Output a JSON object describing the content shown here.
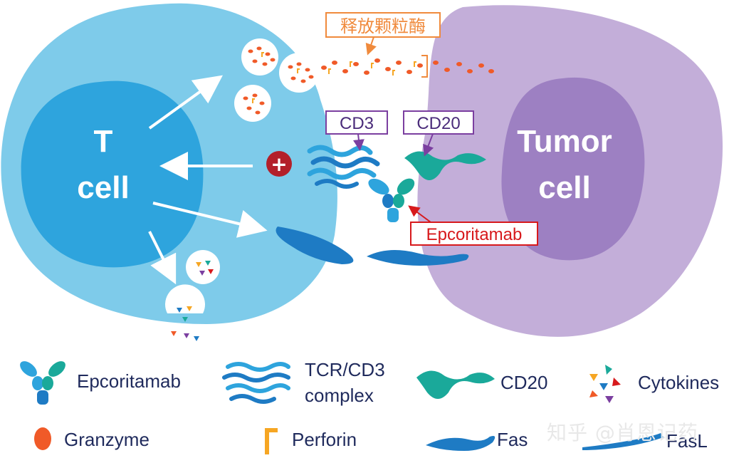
{
  "diagram": {
    "t_cell_label_line1": "T",
    "t_cell_label_line2": "cell",
    "tumor_cell_label_line1": "Tumor",
    "tumor_cell_label_line2": "cell",
    "release_granzyme_label": "释放颗粒酶",
    "cd3_label": "CD3",
    "cd20_label": "CD20",
    "epcoritamab_label": "Epcoritamab",
    "activation_symbol": "+"
  },
  "legend": {
    "items": [
      {
        "label": "Epcoritamab",
        "icon": "antibody-icon"
      },
      {
        "label": "TCR/CD3",
        "label2": "complex",
        "icon": "tcr-cd3-complex-icon"
      },
      {
        "label": "CD20",
        "icon": "cd20-icon"
      },
      {
        "label": "Cytokines",
        "icon": "cytokines-icon"
      },
      {
        "label": "Granzyme",
        "icon": "granzyme-icon"
      },
      {
        "label": "Perforin",
        "icon": "perforin-icon"
      },
      {
        "label": "Fas",
        "icon": "fas-icon"
      },
      {
        "label": "FasL",
        "icon": "fasl-icon"
      }
    ]
  },
  "watermark": "知乎 @肖恩记药",
  "colors": {
    "t_cell": "#7ecbea",
    "t_nucleus": "#2ea4dd",
    "tumor_cell": "#c3aed9",
    "tumor_nucleus": "#9d80c2",
    "granzyme": "#f05a28",
    "perforin": "#f6a623",
    "cd20": "#1aa99a",
    "fas": "#1e7bc4",
    "callout_orange": "#f08a3c",
    "callout_purple": "#7b3fa0",
    "callout_red": "#d7191c",
    "legend_text": "#1f2a5c"
  }
}
